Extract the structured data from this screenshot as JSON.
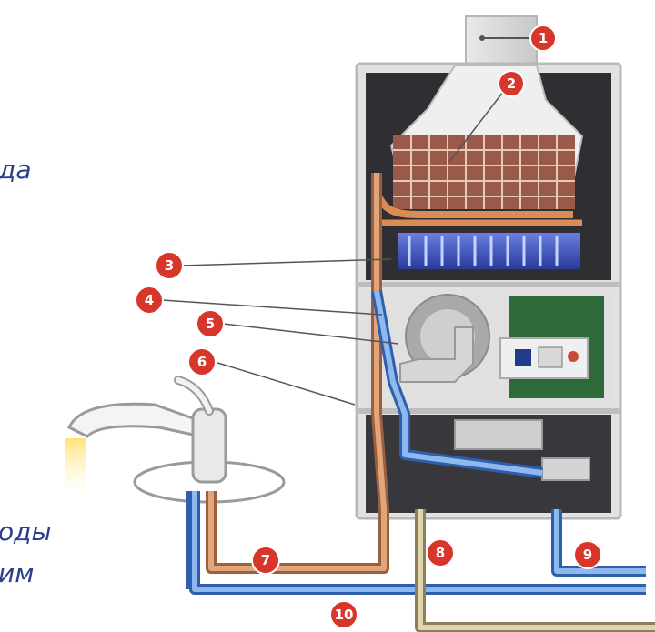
{
  "fragments": {
    "top_left": "да",
    "bottom_line1": "оды",
    "bottom_line2": "им"
  },
  "callouts": [
    "1",
    "2",
    "3",
    "4",
    "5",
    "6",
    "7",
    "8",
    "9",
    "10"
  ],
  "colors": {
    "badge": "#d8362a",
    "hot_pipe": "#c98b63",
    "cold_pipe": "#3f7fd0",
    "casing": "#dadada",
    "cabinet": "#3a3a3a",
    "text": "#2b3f8f"
  }
}
